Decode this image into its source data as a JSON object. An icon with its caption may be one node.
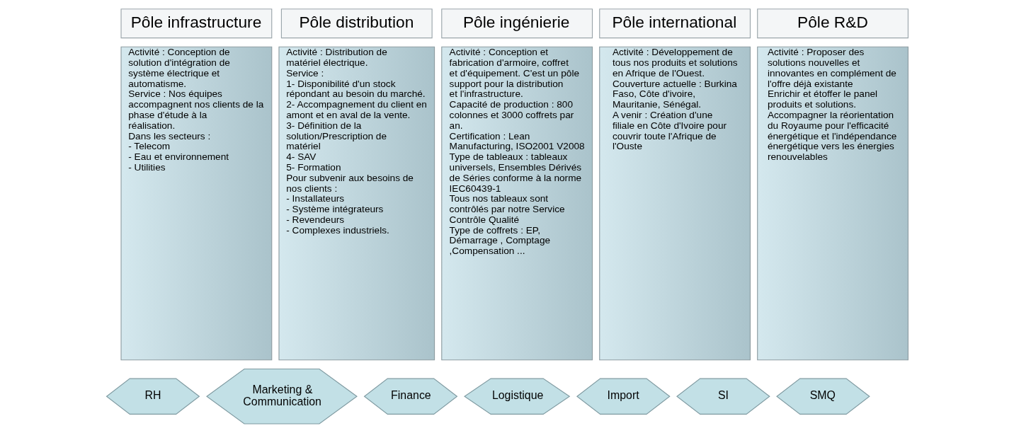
{
  "diagram": {
    "nodes": [
      {
        "text": [
          "Pôle infrastructure"
        ]
      },
      {
        "text": [
          "Pôle distribution"
        ]
      },
      {
        "text": [
          "Pôle ingénierie"
        ]
      },
      {
        "text": [
          "Pôle international"
        ]
      },
      {
        "text": [
          "Pôle R&D"
        ]
      },
      {
        "text": [
          "Activité : Conception de solution d'intégration de système électrique et automatisme.",
          "Service : Nos équipes accompagnent nos clients de la phase d'étude à la réalisation.",
          "Dans les secteurs :",
          "- Telecom",
          "- Eau et environnement",
          "- Utilities"
        ]
      },
      {
        "text": [
          "Activité : Distribution de matériel électrique.",
          "Service :",
          "1- Disponibilité d'un stock répondant au besoin du marché.",
          "2- Accompagnement du client en amont et en aval de la vente.",
          "3- Définition de la solution/Prescription de matériel",
          "4- SAV",
          "5- Formation",
          "Pour subvenir aux besoins de nos clients :",
          "- Installateurs",
          "- Système intégrateurs",
          "- Revendeurs",
          "- Complexes industriels."
        ]
      },
      {
        "text": [
          "Activité : Conception et fabrication d'armoire, coffret et d'équipement. C'est un pôle support pour la distribution et l'infrastructure.",
          "Capacité de production : 800 colonnes et 3000 coffrets par an.",
          "Certification : Lean Manufacturing, ISO2001 V2008",
          "Type de tableaux : tableaux universels, Ensembles Dérivés de Séries conforme à la norme IEC60439-1",
          "Tous nos tableaux sont contrôlés par notre Service Contrôle Qualité",
          "Type de coffrets : EP, Démarrage , Comptage ,Compensation ..."
        ]
      },
      {
        "text": [
          "Activité : Développement de tous nos produits et solutions en Afrique de l'Ouest.",
          "Couverture actuelle : Burkina Faso, Côte d'ivoire, Mauritanie, Sénégal.",
          "A venir : Création d'une filiale en Côte d'Ivoire pour couvrir toute l'Afrique de l'Ouste"
        ]
      },
      {
        "text": [
          "Activité : Proposer des solutions nouvelles et innovantes en complément de l'offre déjà existante",
          "Enrichir et étoffer le panel produits et solutions.",
          "Accompagner la réorientation du Royaume pour l'efficacité énergétique et l'indépendance énergétique vers les énergies renouvelables"
        ]
      },
      {
        "text": [
          "RH"
        ]
      },
      {
        "text": [
          "Marketing & Communication"
        ]
      },
      {
        "text": [
          "Finance"
        ]
      },
      {
        "text": [
          "Logistique"
        ]
      },
      {
        "text": [
          "Import"
        ]
      },
      {
        "text": [
          "SI"
        ]
      },
      {
        "text": [
          "SMQ"
        ]
      }
    ]
  }
}
